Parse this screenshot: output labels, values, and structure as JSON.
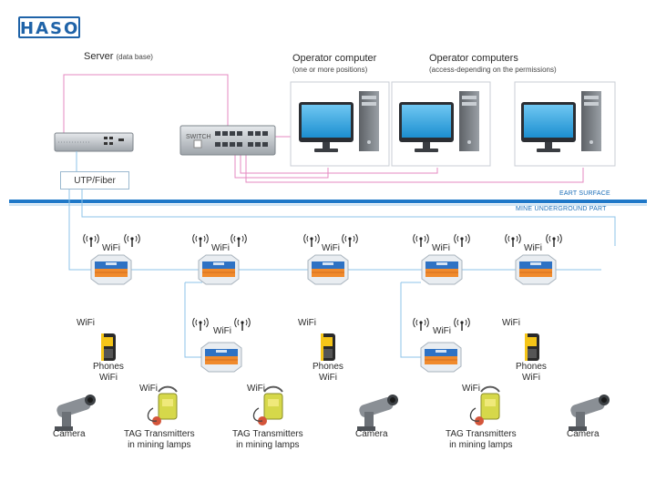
{
  "logo": {
    "text": "HASO"
  },
  "server": {
    "label": "Server",
    "sublabel": "(data base)"
  },
  "switch": {
    "label": "SWITCH"
  },
  "operator_1": {
    "title": "Operator computer",
    "subtitle": "(one or more positions)"
  },
  "operator_2": {
    "title": "Operator computers",
    "subtitle": "(access-depending on the permissions)"
  },
  "utp": {
    "label": "UTP/Fiber"
  },
  "surface": {
    "earth": "EART SURFACE",
    "underground": "MINE UNDERGROUND PART"
  },
  "wifi_label": "WiFi",
  "phones": {
    "line1": "Phones",
    "line2": "WiFi"
  },
  "camera": {
    "label": "Camera"
  },
  "tag": {
    "line1": "TAG Transmitters",
    "line2": "in mining lamps"
  },
  "colors": {
    "accent": "#1f63a8",
    "surface_line": "#1f78c8",
    "pink_link": "#e48ac0",
    "cable": "#8cc3e8"
  },
  "icons": [
    "server-icon",
    "switch-icon",
    "computer-icon",
    "access-point-icon",
    "wifi-antenna-icon",
    "phone-icon",
    "camera-icon",
    "mining-lamp-icon"
  ]
}
